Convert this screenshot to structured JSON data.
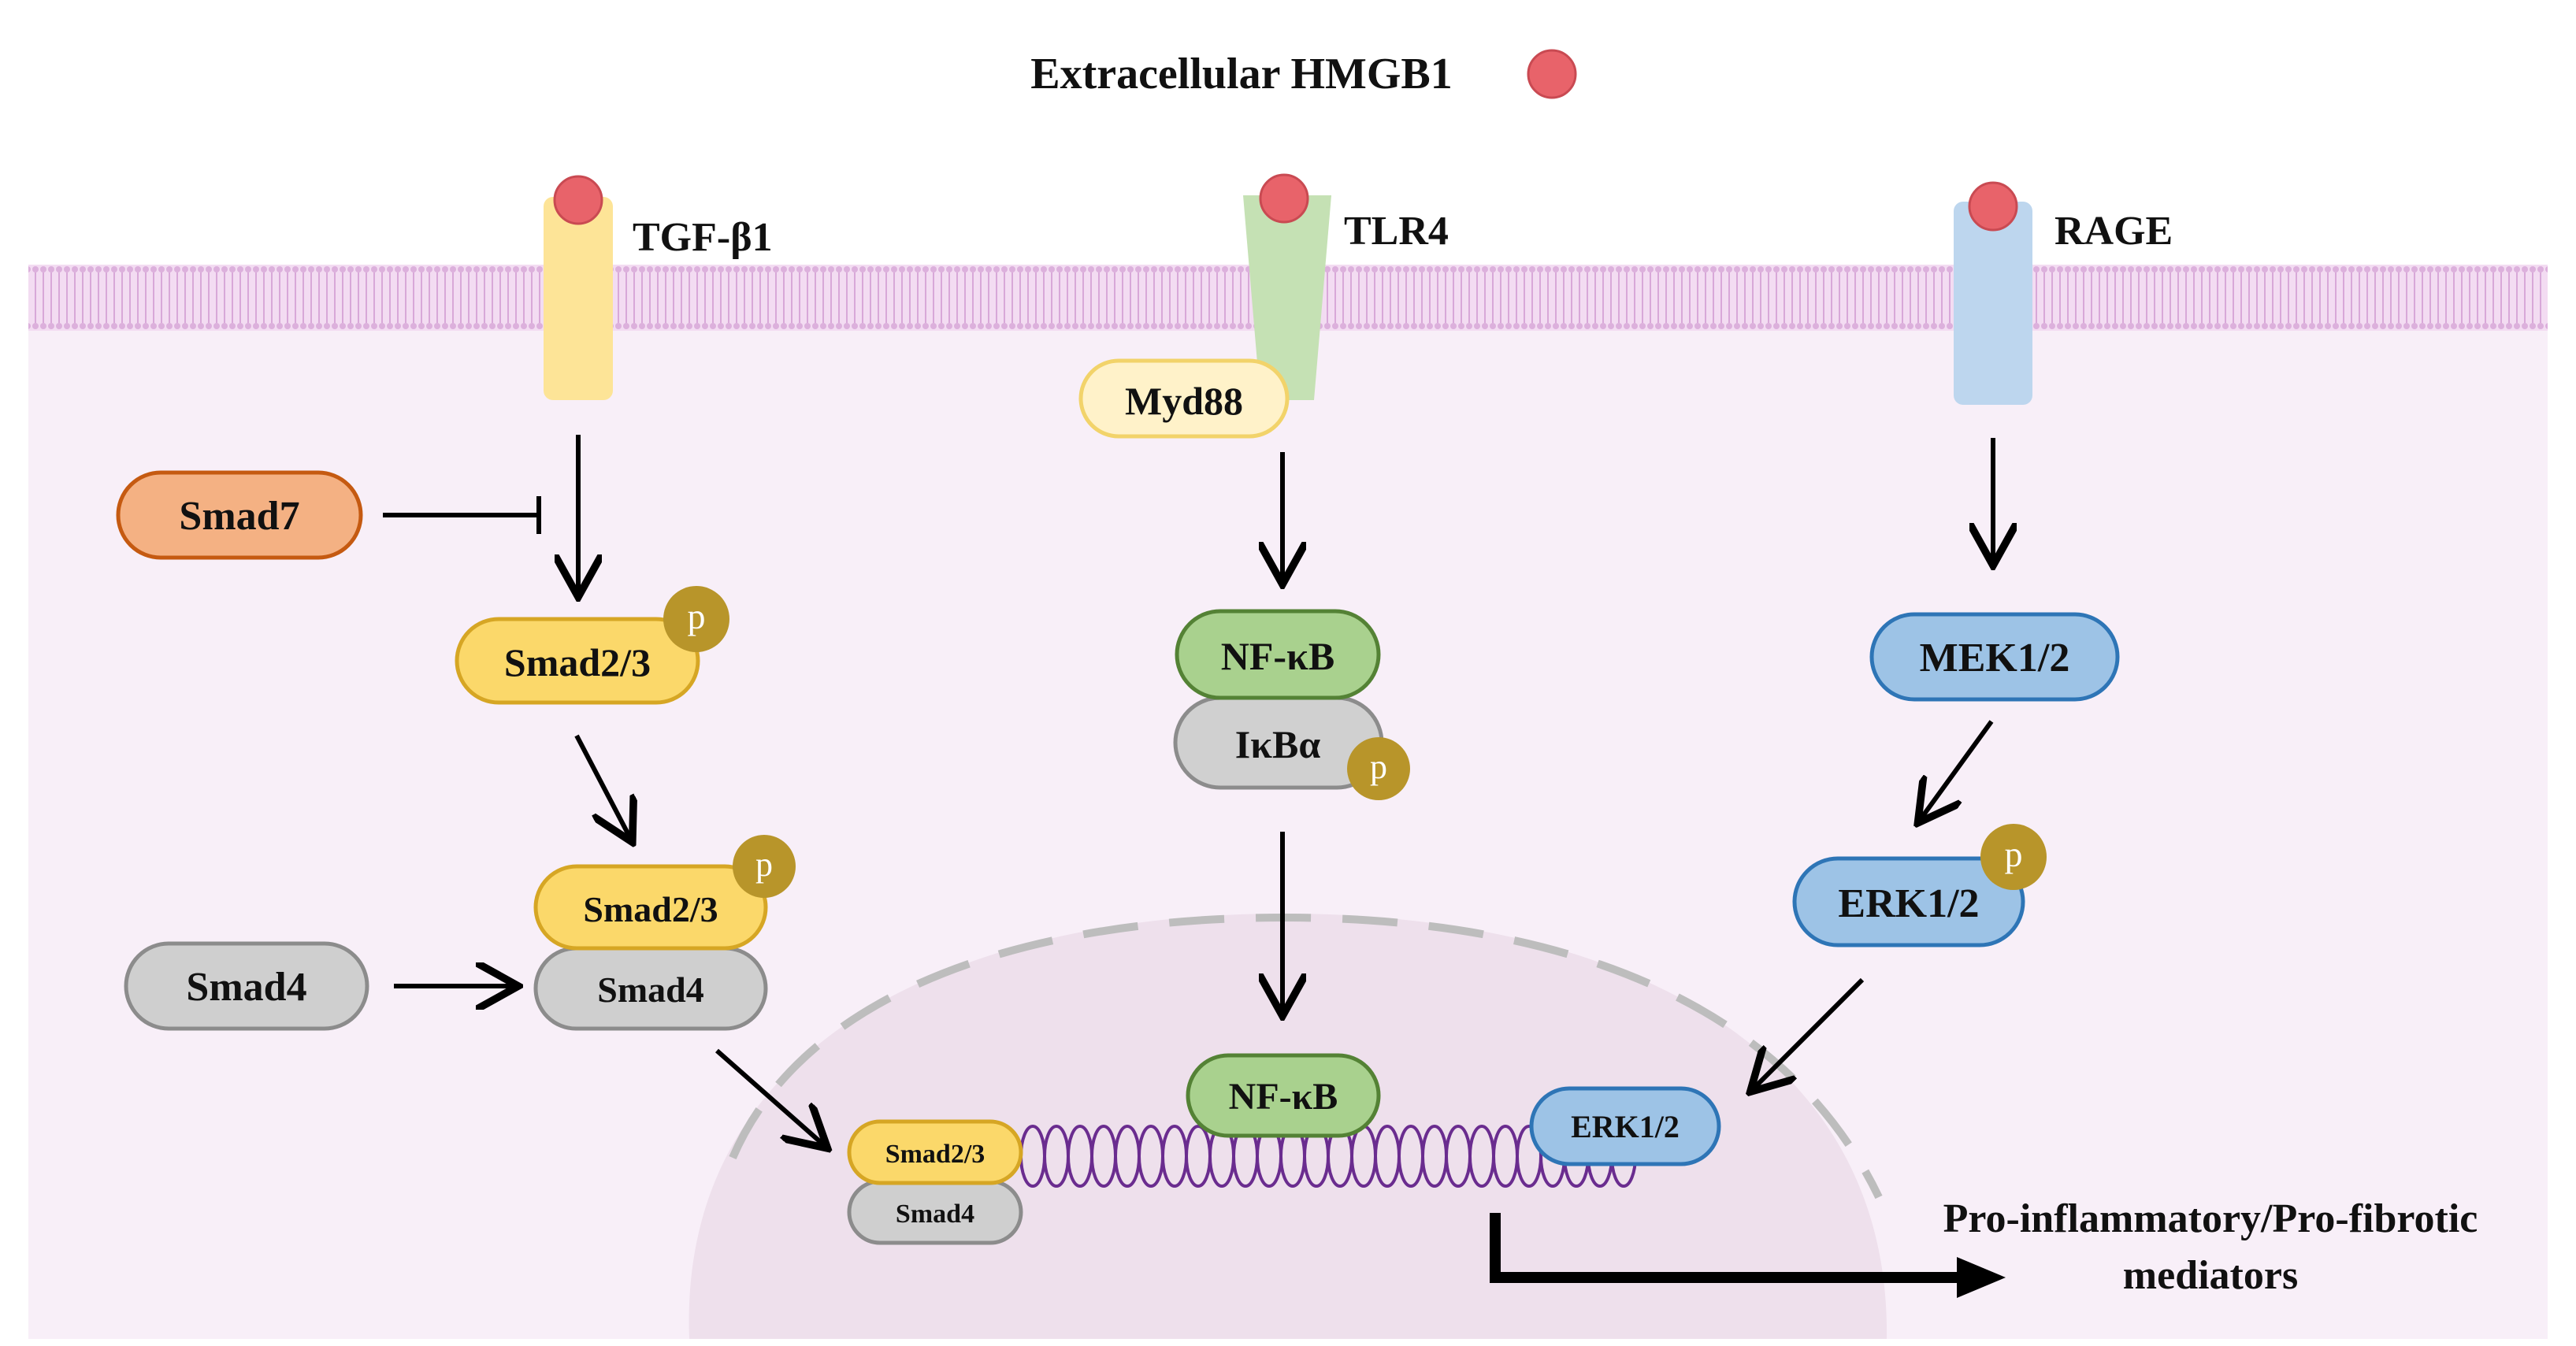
{
  "title": "Extracellular HMGB1",
  "colors": {
    "hmgb1": "#e8636a",
    "cytoplasm": "#f8eff8",
    "membrane": "#e6c6e6",
    "nucleus": "#eee0ec",
    "tgf_receptor": "#fde497",
    "tlr4_receptor": "#c5e1b4",
    "rage_receptor": "#bdd6ee",
    "smad23": "#fbd86a",
    "smad4": "#cfcfcf",
    "smad7": "#f4b183",
    "nfkb": "#a9d18e",
    "ikba": "#d0d0d0",
    "mek_erk": "#9dc3e6",
    "myd88": "#fff2c9",
    "phospho": "#b8952a",
    "dna": "#6a2c8f"
  },
  "receptors": {
    "tgf": "TGF-β1",
    "tlr4": "TLR4",
    "rage": "RAGE"
  },
  "proteins": {
    "myd88": "Myd88",
    "smad7": "Smad7",
    "smad23_a": "Smad2/3",
    "smad23_b": "Smad2/3",
    "smad4_free": "Smad4",
    "smad4_complex": "Smad4",
    "nfkb_cyto": "NF-κB",
    "ikba": "IκBα",
    "mek": "MEK1/2",
    "erk_cyto": "ERK1/2",
    "smad23_nuc": "Smad2/3",
    "smad4_nuc": "Smad4",
    "nfkb_nuc": "NF-κB",
    "erk_nuc": "ERK1/2"
  },
  "phospho_label": "p",
  "output": {
    "line1": "Pro-inflammatory/Pro-fibrotic",
    "line2": "mediators"
  }
}
